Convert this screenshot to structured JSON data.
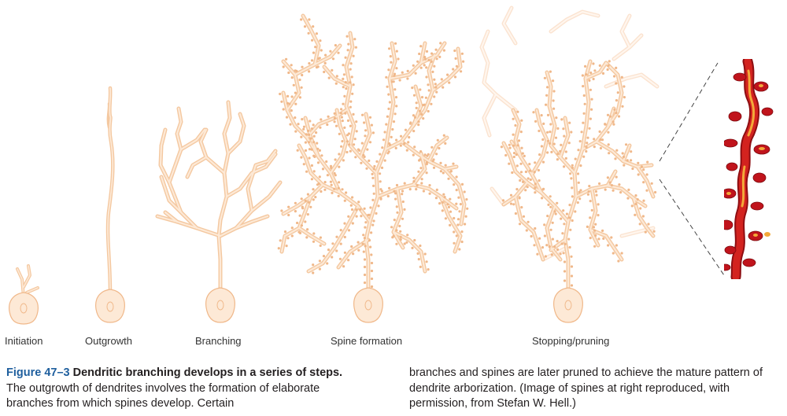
{
  "stages": [
    {
      "label": "Initiation"
    },
    {
      "label": "Outgrowth"
    },
    {
      "label": "Branching"
    },
    {
      "label": "Spine formation"
    },
    {
      "label": "Stopping/pruning"
    }
  ],
  "caption": {
    "figure_number": "Figure 47–3",
    "headline": "Dendritic branching develops in a series of steps.",
    "text_left": "The outgrowth of dendrites involves the formation of elaborate branches from which spines develop. Certain",
    "text_right": "branches and spines are later pruned to achieve the mature pattern of dendrite arborization. (Image of spines at right reproduced, with permission, from Stefan W. Hell.)"
  },
  "colors": {
    "cell_fill": "#fde9d6",
    "cell_stroke": "#f0b88a",
    "dendrite": "#f4c8a0",
    "spine_image": "#c0141c",
    "figure_number": "#1f5f9e"
  }
}
